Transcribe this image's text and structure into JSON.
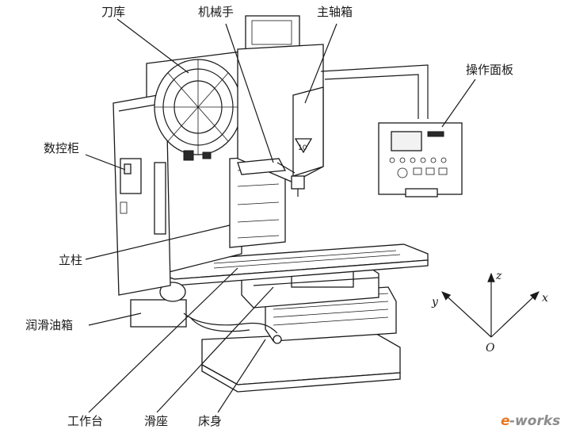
{
  "labels": {
    "tool_magazine": "刀库",
    "manipulator": "机械手",
    "spindle_box": "主轴箱",
    "control_panel": "操作面板",
    "cnc_cabinet": "数控柜",
    "column": "立柱",
    "lube_tank": "润滑油箱",
    "worktable": "工作台",
    "saddle": "滑座",
    "bed": "床身"
  },
  "axes": {
    "z": "z",
    "y": "y",
    "x": "x",
    "origin": "O"
  },
  "badge": "10",
  "watermark": {
    "prefix": "e",
    "suffix": "-works"
  },
  "colors": {
    "ink": "#1a1a1a",
    "watermark_orange": "#e87722",
    "watermark_gray": "#8c8c8c"
  }
}
